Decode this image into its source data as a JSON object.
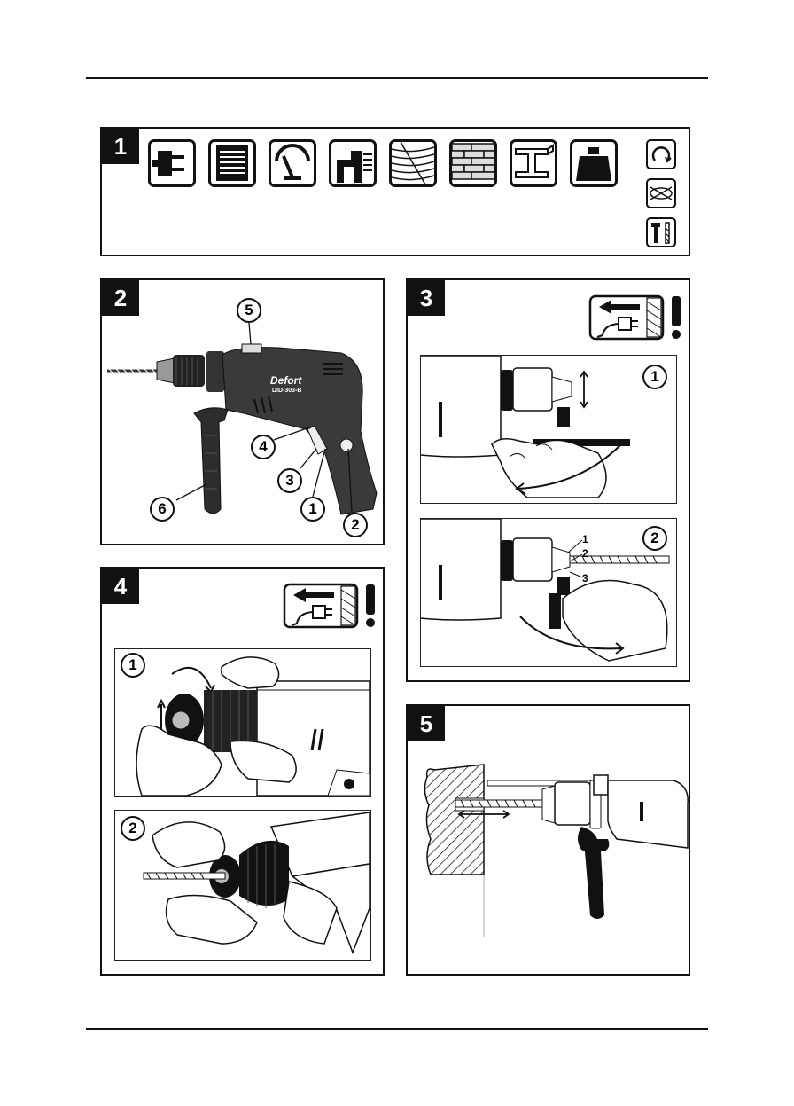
{
  "panels": [
    {
      "number": "1"
    },
    {
      "number": "2"
    },
    {
      "number": "3"
    },
    {
      "number": "4"
    },
    {
      "number": "5"
    }
  ],
  "panel2": {
    "brand": "Defort",
    "model": "DID-303-B",
    "callouts": [
      "1",
      "2",
      "3",
      "4",
      "5",
      "6"
    ]
  },
  "panel3": {
    "steps": [
      "1",
      "2"
    ],
    "part_labels": [
      "1",
      "2",
      "3"
    ]
  },
  "panel4": {
    "steps": [
      "1",
      "2"
    ]
  },
  "icons": {
    "panel1": [
      "plug-icon",
      "motor-icon",
      "gauge-icon",
      "impact-drill-icon",
      "wood-icon",
      "brick-icon",
      "steel-beam-icon",
      "weight-icon",
      "rotation-icon",
      "impact-mode-icon",
      "tools-icon"
    ],
    "warning": "unplug-warning-icon"
  }
}
